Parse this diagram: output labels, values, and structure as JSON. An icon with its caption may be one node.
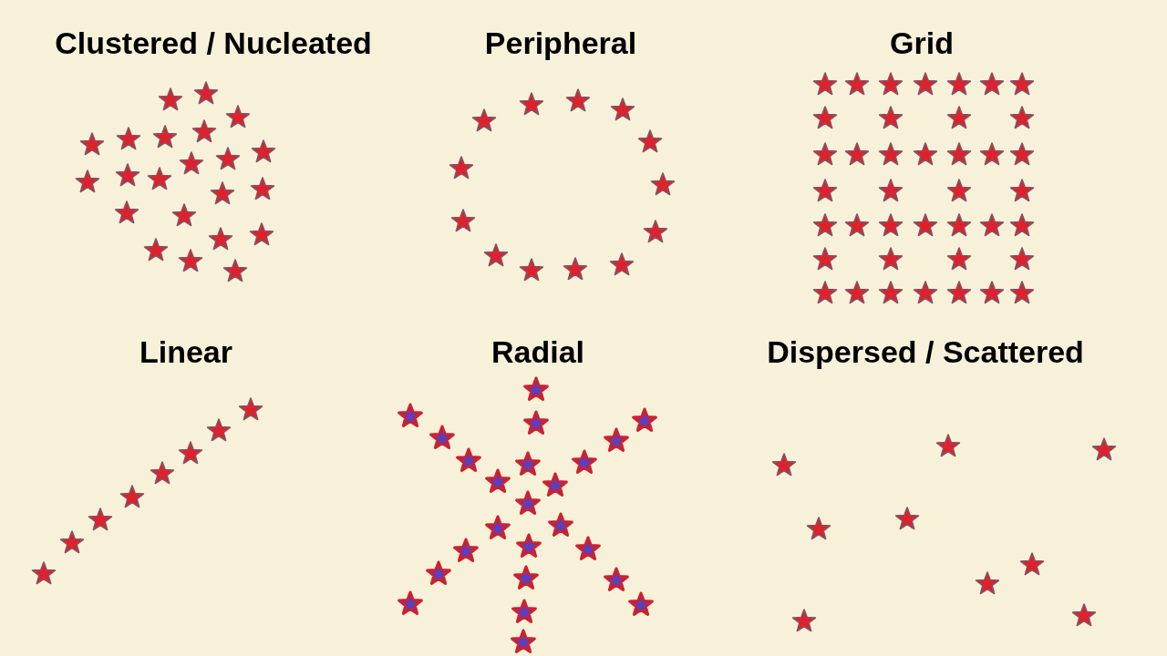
{
  "diagram": {
    "labels": [
      "Clustered / Nucleated",
      "Peripheral",
      "Grid",
      "Linear",
      "Radial",
      "Dispersed / Scattered"
    ]
  }
}
